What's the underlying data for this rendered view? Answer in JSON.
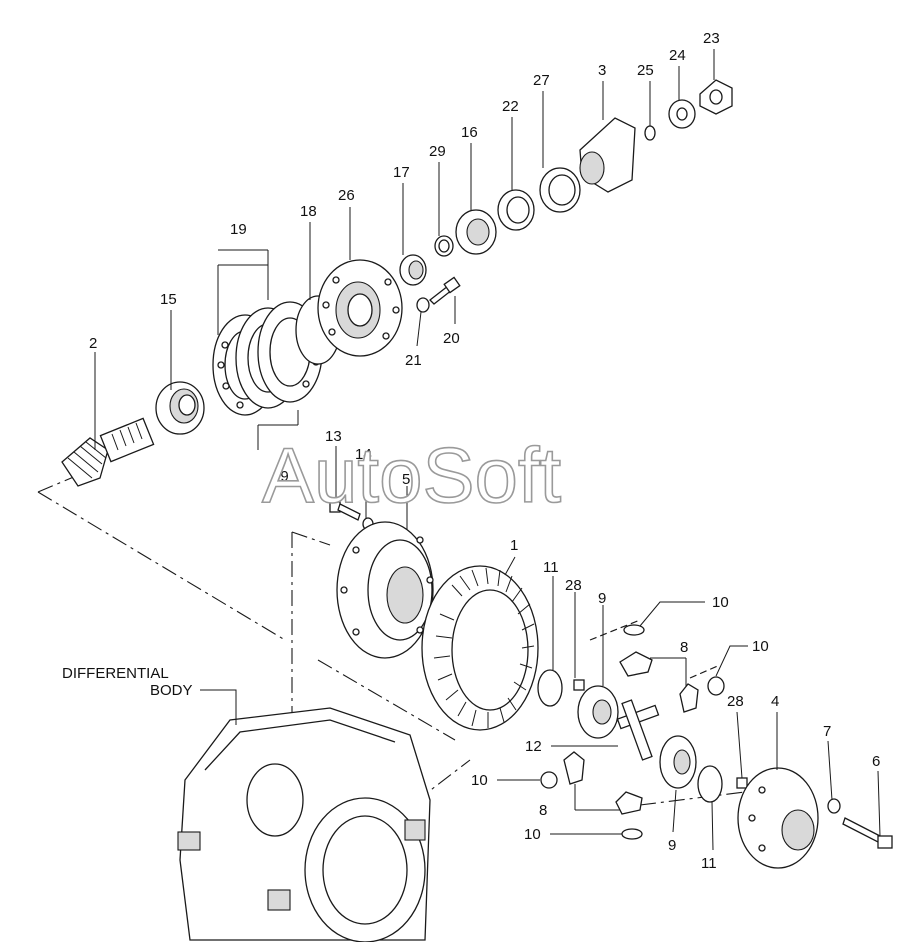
{
  "diagram": {
    "watermark": "AutoSoft",
    "caption_line1": "DIFFERENTIAL",
    "caption_line2": "BODY",
    "colors": {
      "ink": "#1a1a1a",
      "shade": "#d9d9d9",
      "watermark_stroke": "#9a9a9a"
    },
    "labels": {
      "l1": "1",
      "l2": "2",
      "l3": "3",
      "l4": "4",
      "l5": "5",
      "l6": "6",
      "l7": "7",
      "l8a": "8",
      "l8b": "8",
      "l9a": "9",
      "l9b": "9",
      "l10a": "10",
      "l10b": "10",
      "l10c": "10",
      "l10d": "10",
      "l11a": "11",
      "l11b": "11",
      "l12": "12",
      "l13": "13",
      "l14": "14",
      "l15": "15",
      "l16": "16",
      "l17": "17",
      "l18": "18",
      "l19a": "19",
      "l19b": "19",
      "l20": "20",
      "l21": "21",
      "l22": "22",
      "l23": "23",
      "l24": "24",
      "l25": "25",
      "l26": "26",
      "l27": "27",
      "l28a": "28",
      "l28b": "28",
      "l29": "29"
    }
  }
}
